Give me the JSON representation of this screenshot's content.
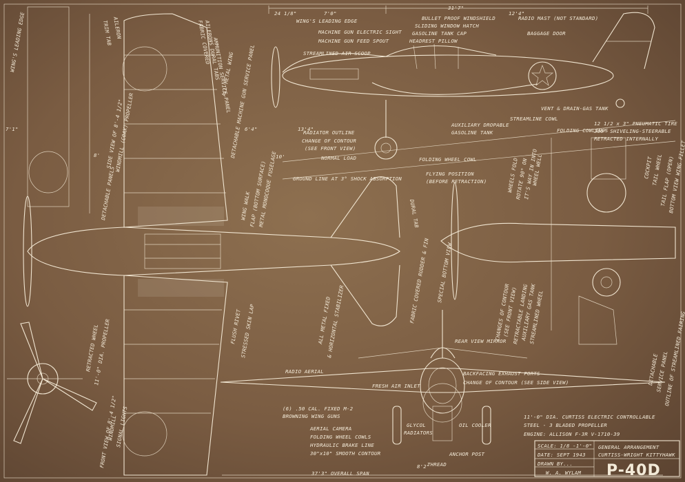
{
  "colors": {
    "paper": "#7b5e43",
    "ink": "#f1e6d2"
  },
  "title_block": {
    "scale_label": "SCALE: 1/8 -1'-0\"",
    "date_label": "DATE: SEPT 1943",
    "drawn_by_label": "DRAWN BY...",
    "drawer_name": "W. A. WYLAM",
    "line1": "GENERAL ARRANGEMENT",
    "line2": "CURTISS-WRIGHT KITTYHAWK",
    "model": "P-40D"
  },
  "dimensions": {
    "d1": "24 1/8\"",
    "d2": "7'0\"",
    "d3": "31'7\"",
    "d4": "12'4\"",
    "d5": "13'4\"",
    "d6": "10'",
    "d7": "8'2\"",
    "d8": "37'3\"",
    "d9": "7'1\"",
    "d10": "8'",
    "d11": "6'4\""
  },
  "side_view_labels": {
    "wing_leading_edge": "WING'S LEADING EDGE",
    "machine_gun_electric_sight": "MACHINE GUN ELECTRIC SIGHT",
    "machine_gun_feed_spout": "MACHINE GUN FEED SPOUT",
    "streamlined_air_scoop": "STREAMLINED AIR SCOOP",
    "bullet_proof_windshield": "BULLET PROOF WINDSHIELD",
    "sliding_window_hatch": "SLIDING WINDOW HATCH",
    "gasoline_tank_cap": "GASOLINE TANK CAP",
    "headrest_pillow": "HEADREST PILLOW",
    "radio_mast": "RADIO MAST (NOT STANDARD)",
    "baggage_door": "BAGGAGE DOOR",
    "vent_drain": "VENT & DRAIN-GAS TANK",
    "streamline_cowl": "STREAMLINE COWL",
    "pneumatic_tire": "12 1/2 x 3\" PNEUMATIC TIRE",
    "shivering": "360° SHIVELING-STEERABLE",
    "retracted_internally": "RETRACTED INTERNALLY",
    "radiator_outline": "RADIATOR OUTLINE",
    "change_of_contour": "CHANGE OF CONTOUR",
    "see_front_view": "(SEE FRONT VIEW)",
    "auxiliary_gas_tank": "AUXILIARY DROPABLE",
    "gasoline_tank": "GASOLINE TANK",
    "folding_wheel_cowl": "FOLDING WHEEL COWL",
    "normal_load": "NORMAL LOAD",
    "folding_cowlings": "FOLDING COWLINGS",
    "ground_line": "GROUND LINE AT 3° SHOCK ABSORPTION",
    "flying_position": "FLYING POSITION",
    "before_retraction": "(BEFORE RETRACTION)"
  },
  "plan_view_labels": {
    "wings_leading_edge": "WING'S LEADING EDGE",
    "aileron": "AILERON",
    "trim_tab": "TRIM TAB",
    "side_view_prop": "SIDE VIEW OF 8'-4 1/2\"",
    "windmill": "WINDMILL (COAX) PROPELLER",
    "fabric_covered": "FABRIC COVERED",
    "ailerons_dural_tabs": "AILERONS DURAL TABS",
    "ammunition_service": "AMMUNITION SERVICE PANEL",
    "all_metal_wing": "ALL METAL WING",
    "detachable_machine_gun": "DETACHABLE MACHINE GUN SERVICE PANEL",
    "wing_walk": "WING WALK",
    "flap_bottom": "FLAP (BOTTOM SURFACE)",
    "metal_monocoque": "METAL MONOCOQUE FUSELAGE",
    "detachable_panels": "DETACHABLE PANELS",
    "retracted_wheel": "RETRACTED WHEEL",
    "hb_dia_propeller": "11'-0\" DIA. PROPELLER",
    "flush_rivet": "FLUSH RIVET",
    "stressed_skin": "STRESSED SKIN LAP",
    "all_metal_fixed": "ALL METAL FIXED",
    "horizontal_stabilizer": "& HORIZONTAL STABILIZER",
    "fabric_covered_rudder": "FABRIC COVERED RUDDER & FIN",
    "dural_tab": "DURAL TAB",
    "special_bottom_view": "SPECIAL BOTTOM VIEW",
    "front_view_prop": "FRONT VIEW OF 8'-4 1/2\"",
    "windmill2": "WINDMILL",
    "signal_lights": "SIGNAL LIGHTS"
  },
  "front_view_labels": {
    "radio_aerial": "RADIO AERIAL",
    "rear_view_mirror": "REAR VIEW MIRROR",
    "backfacing_exhaust": "BACKFACING EXHAUST PORTS",
    "change_of_contour2": "CHANGE OF CONTOUR (SEE SIDE VIEW)",
    "fresh_air_inlet": "FRESH AIR INLET",
    "guns": "(6) .50 CAL. FIXED M-2",
    "browning": "BROWNING WING GUNS",
    "aerial_camera": "AERIAL CAMERA",
    "folding_wheel_cowls": "FOLDING WHEEL COWLS",
    "hydraulic_brake": "HYDRAULIC BRAKE LINE",
    "smooth_contour": "30\"x10\" SMOOTH CONTOUR",
    "glycol": "GLYCOL",
    "radiators": "RADIATORS",
    "oil_cooler": "OIL COOLER",
    "anchor_post": "ANCHOR POST",
    "thread": "THREAD",
    "overall_span": "OVERALL SPAN",
    "curtiss_electric": "11'-0\" DIA. CURTISS ELECTRIC CONTROLLABLE",
    "steel_3_bladed": "STEEL - 3 BLADED PROPELLER",
    "engine": "ENGINE: ALLISON F-3R V-1710-39"
  },
  "bottom_right_labels": {
    "changes_of_contour": "CHANGES OF CONTOUR",
    "see_front_view": "(SEE FRONT VIEW)",
    "retractable_landing": "RETRACTABLE LANDING",
    "auxiliary_gas": "AUXILIARY GAS TANK",
    "streamlined_wheel": "STREAMLINED WHEEL",
    "wheels_fold": "WHEELS FOLD",
    "rotate": "ROTATE 90° ON",
    "into_wing": "IT'S WAY IN INTO",
    "wheel_well": "WHEEL WELL",
    "cockpit": "COCKPIT",
    "tail_wheel": "TAIL WHEEL",
    "detachable": "DETACHABLE",
    "service_panel": "SERVICE PANEL",
    "oil_cooler_out": "OUTLINE OF STREAMLINED FAIRING",
    "tail_flap": "TAIL FLAP (OPEN)",
    "bottom_view": "BOTTOM VIEW WING FILLET"
  }
}
